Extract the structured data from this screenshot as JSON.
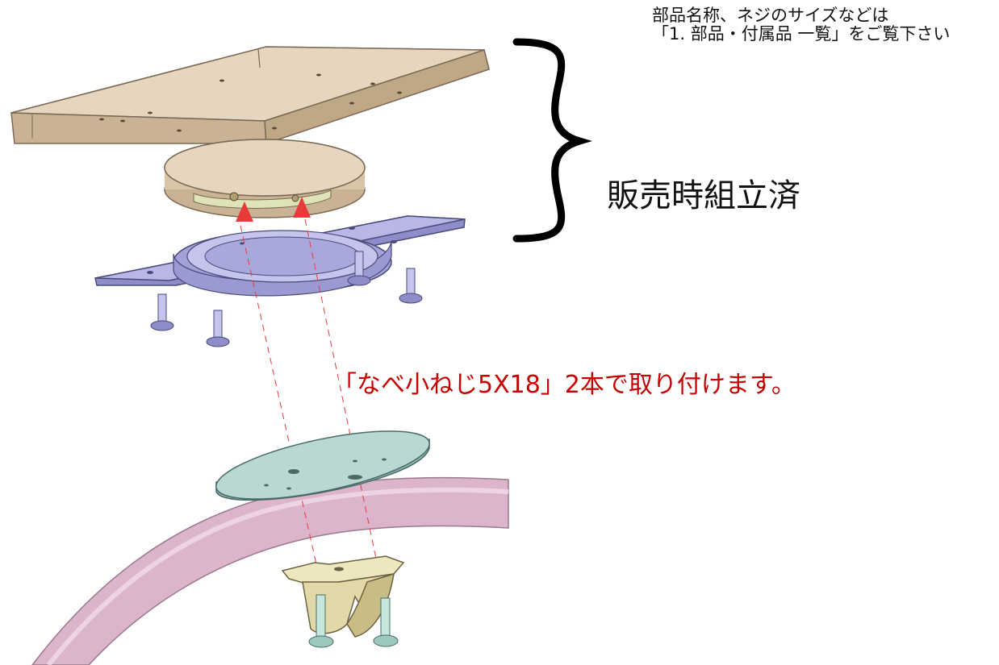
{
  "note": {
    "line1": "部品名称、ネジのサイズなどは",
    "line2": "「1. 部品・付属品 一覧」をご覧下さい"
  },
  "group_label": "販売時組立済",
  "screw_label": "「なべ小ねじ5X18」2本で取り付けます。",
  "colors": {
    "wood_top": "#e6d6c0",
    "wood_side": "#c9b394",
    "base_plate": "#b8b7e6",
    "base_plate_dark": "#8e8cc9",
    "clamp_disc": "#b9d8d4",
    "tube": "#dcb4cc",
    "bracket": "#ede6bf",
    "arrow": "#e83a3a",
    "annotation": "#c40000"
  },
  "parts": [
    "wood-top-plate-icon",
    "round-adapter-icon",
    "base-flange-plate-icon",
    "clamp-disc-icon",
    "curved-tube-icon",
    "u-bracket-icon",
    "screw-icon"
  ]
}
